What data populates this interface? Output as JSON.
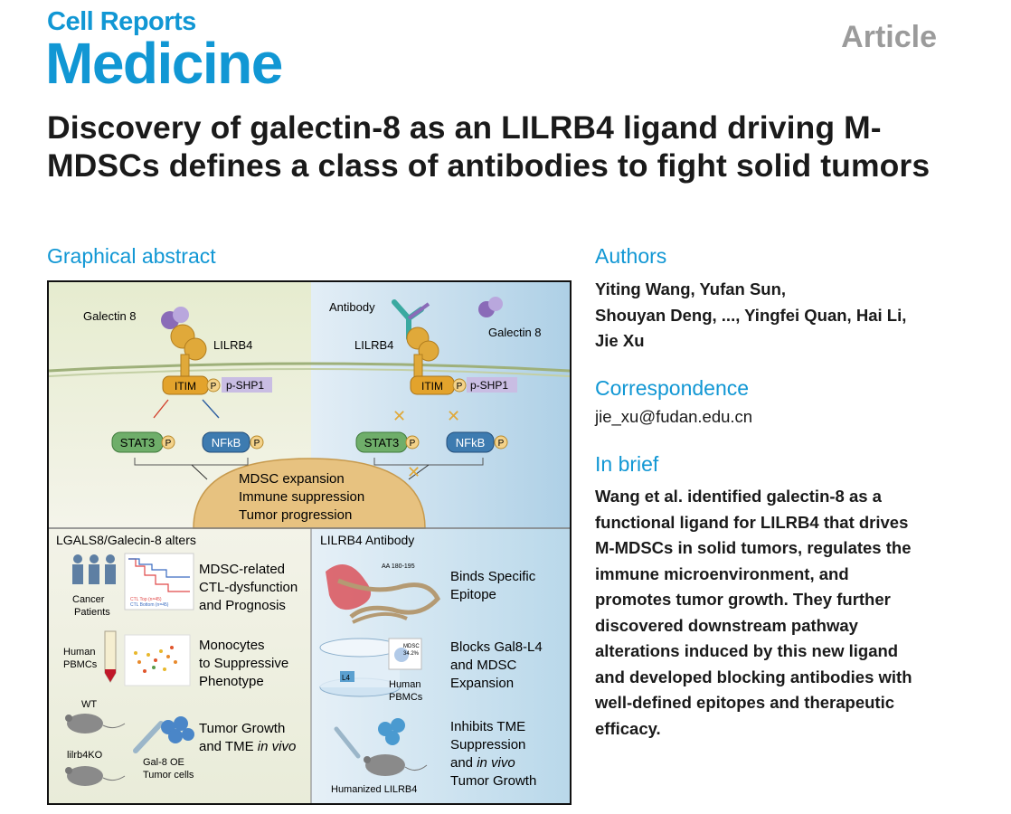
{
  "journal": {
    "line1": "Cell Reports",
    "line2": "Medicine"
  },
  "article_type": "Article",
  "title": "Discovery of galectin-8 as an LILRB4 ligand driving M-MDSCs defines a class of antibodies to fight solid tumors",
  "graphical_abstract": {
    "heading": "Graphical abstract",
    "left_panel": {
      "galectin": "Galectin 8",
      "receptor": "LILRB4",
      "itim": "ITIM",
      "p": "P",
      "pshp1": "p-SHP1",
      "stat3": "STAT3",
      "nfkb": "NFkB"
    },
    "right_panel": {
      "antibody": "Antibody",
      "galectin": "Galectin 8",
      "receptor": "LILRB4",
      "itim": "ITIM",
      "p": "P",
      "pshp1": "p-SHP1",
      "stat3": "STAT3",
      "nfkb": "NFkB"
    },
    "outcomes": [
      "MDSC expansion",
      "Immune suppression",
      "Tumor progression"
    ],
    "bottom_left": {
      "heading": "LGALS8/Galecin-8 alters",
      "row1_label": [
        "Cancer",
        "Patients"
      ],
      "row1_text": [
        "MDSC-related",
        "CTL-dysfunction",
        "and Prognosis"
      ],
      "row1_legend": [
        "CTL Top (n=45)",
        "CTL Bottom (n=45)"
      ],
      "row2_label": [
        "Human",
        "PBMCs"
      ],
      "row2_text": [
        "Monocytes",
        "to Suppressive",
        "Phenotype"
      ],
      "wt": "WT",
      "ko": "lilrb4KO",
      "row3_label": [
        "Gal-8 OE",
        "Tumor cells"
      ],
      "row3_text": [
        "Tumor Growth",
        "and TME "
      ],
      "row3_italic": "in vivo"
    },
    "bottom_right": {
      "heading": "LILRB4 Antibody",
      "aa": "AA 180-195",
      "row1_text": [
        "Binds Specific",
        "Epitope"
      ],
      "l4": "L4",
      "mdsc": [
        "MDSC",
        "34.2%"
      ],
      "row2_label": [
        "Human",
        "PBMCs"
      ],
      "row2_text": [
        "Blocks Gal8-L4",
        "and MDSC",
        "Expansion"
      ],
      "row3_text": [
        "Inhibits TME",
        "Suppression",
        "and "
      ],
      "row3_italic": "in vivo",
      "row3_last": "Tumor Growth",
      "humanized": "Humanized LILRB4"
    }
  },
  "authors": {
    "heading": "Authors",
    "lines": [
      "Yiting Wang, Yufan Sun,",
      "Shouyan Deng, ..., Yingfei Quan, Hai Li,",
      "Jie Xu"
    ]
  },
  "correspondence": {
    "heading": "Correspondence",
    "email": "jie_xu@fudan.edu.cn"
  },
  "in_brief": {
    "heading": "In brief",
    "lines": [
      "Wang et al. identified galectin-8 as a",
      "functional ligand for LILRB4 that drives",
      "M-MDSCs in solid tumors, regulates the",
      "immune microenvironment, and",
      "promotes tumor growth. They further",
      "discovered downstream pathway",
      "alterations induced by this new ligand",
      "and developed blocking antibodies with",
      "well-defined epitopes and therapeutic",
      "efficacy."
    ]
  },
  "colors": {
    "brand": "#1197d4",
    "article": "#9b9b9b",
    "itim": "#e3a32c",
    "stat": "#6fae6a",
    "nfkb": "#3d7bb0",
    "pshp1": "#b5a4d6"
  }
}
